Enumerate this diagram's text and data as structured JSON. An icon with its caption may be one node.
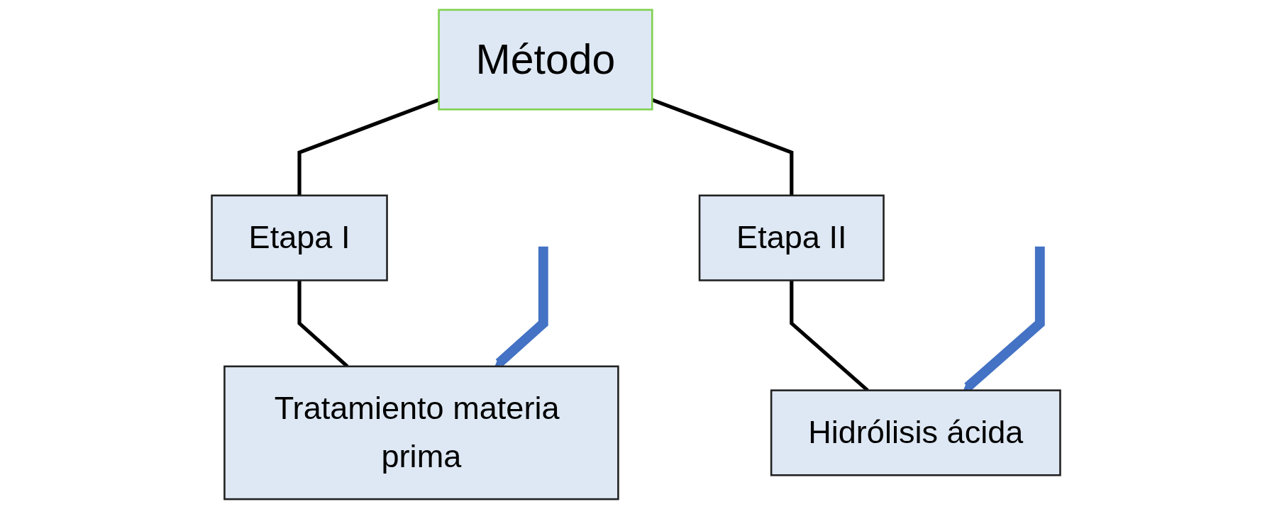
{
  "diagram": {
    "nodes": [
      {
        "text": [
          "Método"
        ]
      },
      {
        "text": [
          "Etapa I"
        ]
      },
      {
        "text": [
          "Etapa II"
        ]
      },
      {
        "text": [
          "Tratamiento materia prima"
        ]
      },
      {
        "text": [
          "Hidrólisis ácida"
        ]
      }
    ],
    "edges": [
      {
        "from": 0,
        "to": 1,
        "arrow": "none"
      },
      {
        "from": 0,
        "to": 2,
        "arrow": "none"
      },
      {
        "from": 1,
        "to": 3,
        "arrow": "none"
      },
      {
        "from": 2,
        "to": 4,
        "arrow": "none"
      },
      {
        "from": null,
        "to": 3,
        "arrow": "to",
        "style": "thick",
        "color": "#4472c4"
      },
      {
        "from": null,
        "to": 4,
        "arrow": "to",
        "style": "thick",
        "color": "#4472c4"
      }
    ]
  }
}
